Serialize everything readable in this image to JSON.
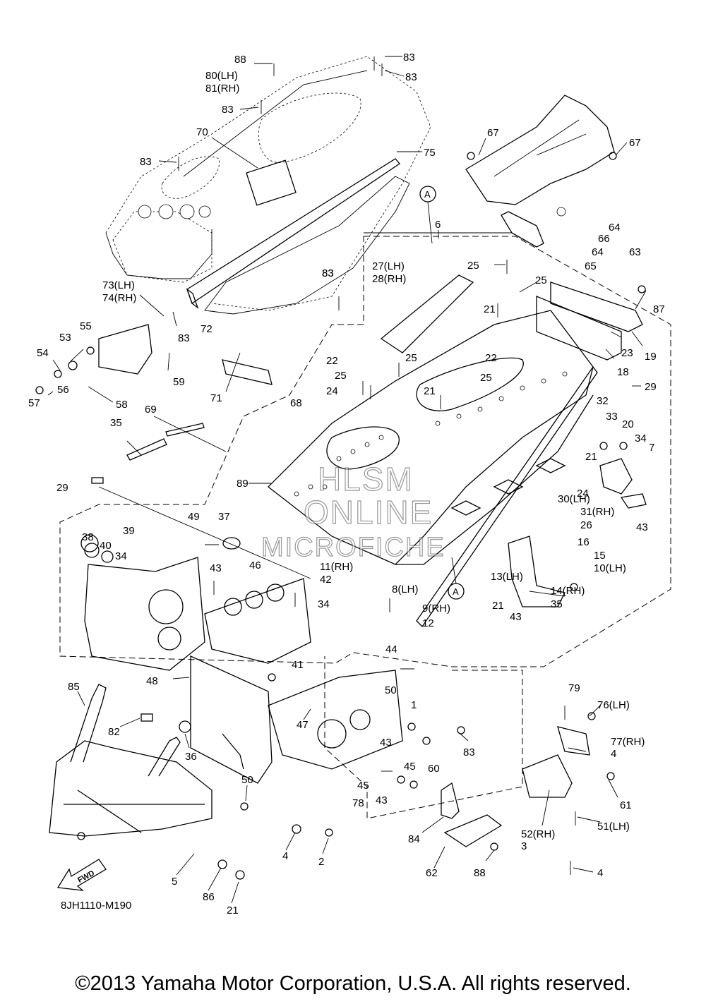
{
  "diagram_code": "8JH1110-M190",
  "fwd_label": "FWD",
  "circle_ref": "A",
  "watermark_lines": [
    "HLSM",
    "ONLINE",
    "MICROFICHE"
  ],
  "copyright": "©2013 Yamaha Motor Corporation, U.S.A. All rights reserved.",
  "callouts": [
    "88",
    "80(LH)",
    "81(RH)",
    "83",
    "83",
    "83",
    "83",
    "70",
    "75",
    "67",
    "67",
    "83",
    "73(LH)",
    "74(RH)",
    "72",
    "83",
    "6",
    "64",
    "66",
    "63",
    "64",
    "65",
    "27(LH)",
    "28(RH)",
    "25",
    "25",
    "87",
    "83",
    "21",
    "55",
    "53",
    "54",
    "59",
    "56",
    "57",
    "58",
    "22",
    "25",
    "22",
    "25",
    "19",
    "23",
    "18",
    "71",
    "24",
    "21",
    "29",
    "25",
    "32",
    "33",
    "20",
    "68",
    "69",
    "35",
    "21",
    "34",
    "7",
    "89",
    "29",
    "24",
    "30(LH)",
    "31(RH)",
    "26",
    "43",
    "49",
    "37",
    "39",
    "38",
    "40",
    "34",
    "16",
    "15",
    "10(LH)",
    "11(RH)",
    "42",
    "46",
    "43",
    "34",
    "13(LH)",
    "14(RH)",
    "35",
    "8(LH)",
    "9(RH)",
    "12",
    "21",
    "43",
    "44",
    "41",
    "48",
    "50",
    "1",
    "85",
    "82",
    "36",
    "47",
    "43",
    "45",
    "60",
    "83",
    "79",
    "76(LH)",
    "77(RH)",
    "4",
    "50",
    "45",
    "43",
    "78",
    "61",
    "84",
    "51(LH)",
    "52(RH)",
    "3",
    "4",
    "2",
    "5",
    "86",
    "62",
    "88",
    "4",
    "21"
  ]
}
